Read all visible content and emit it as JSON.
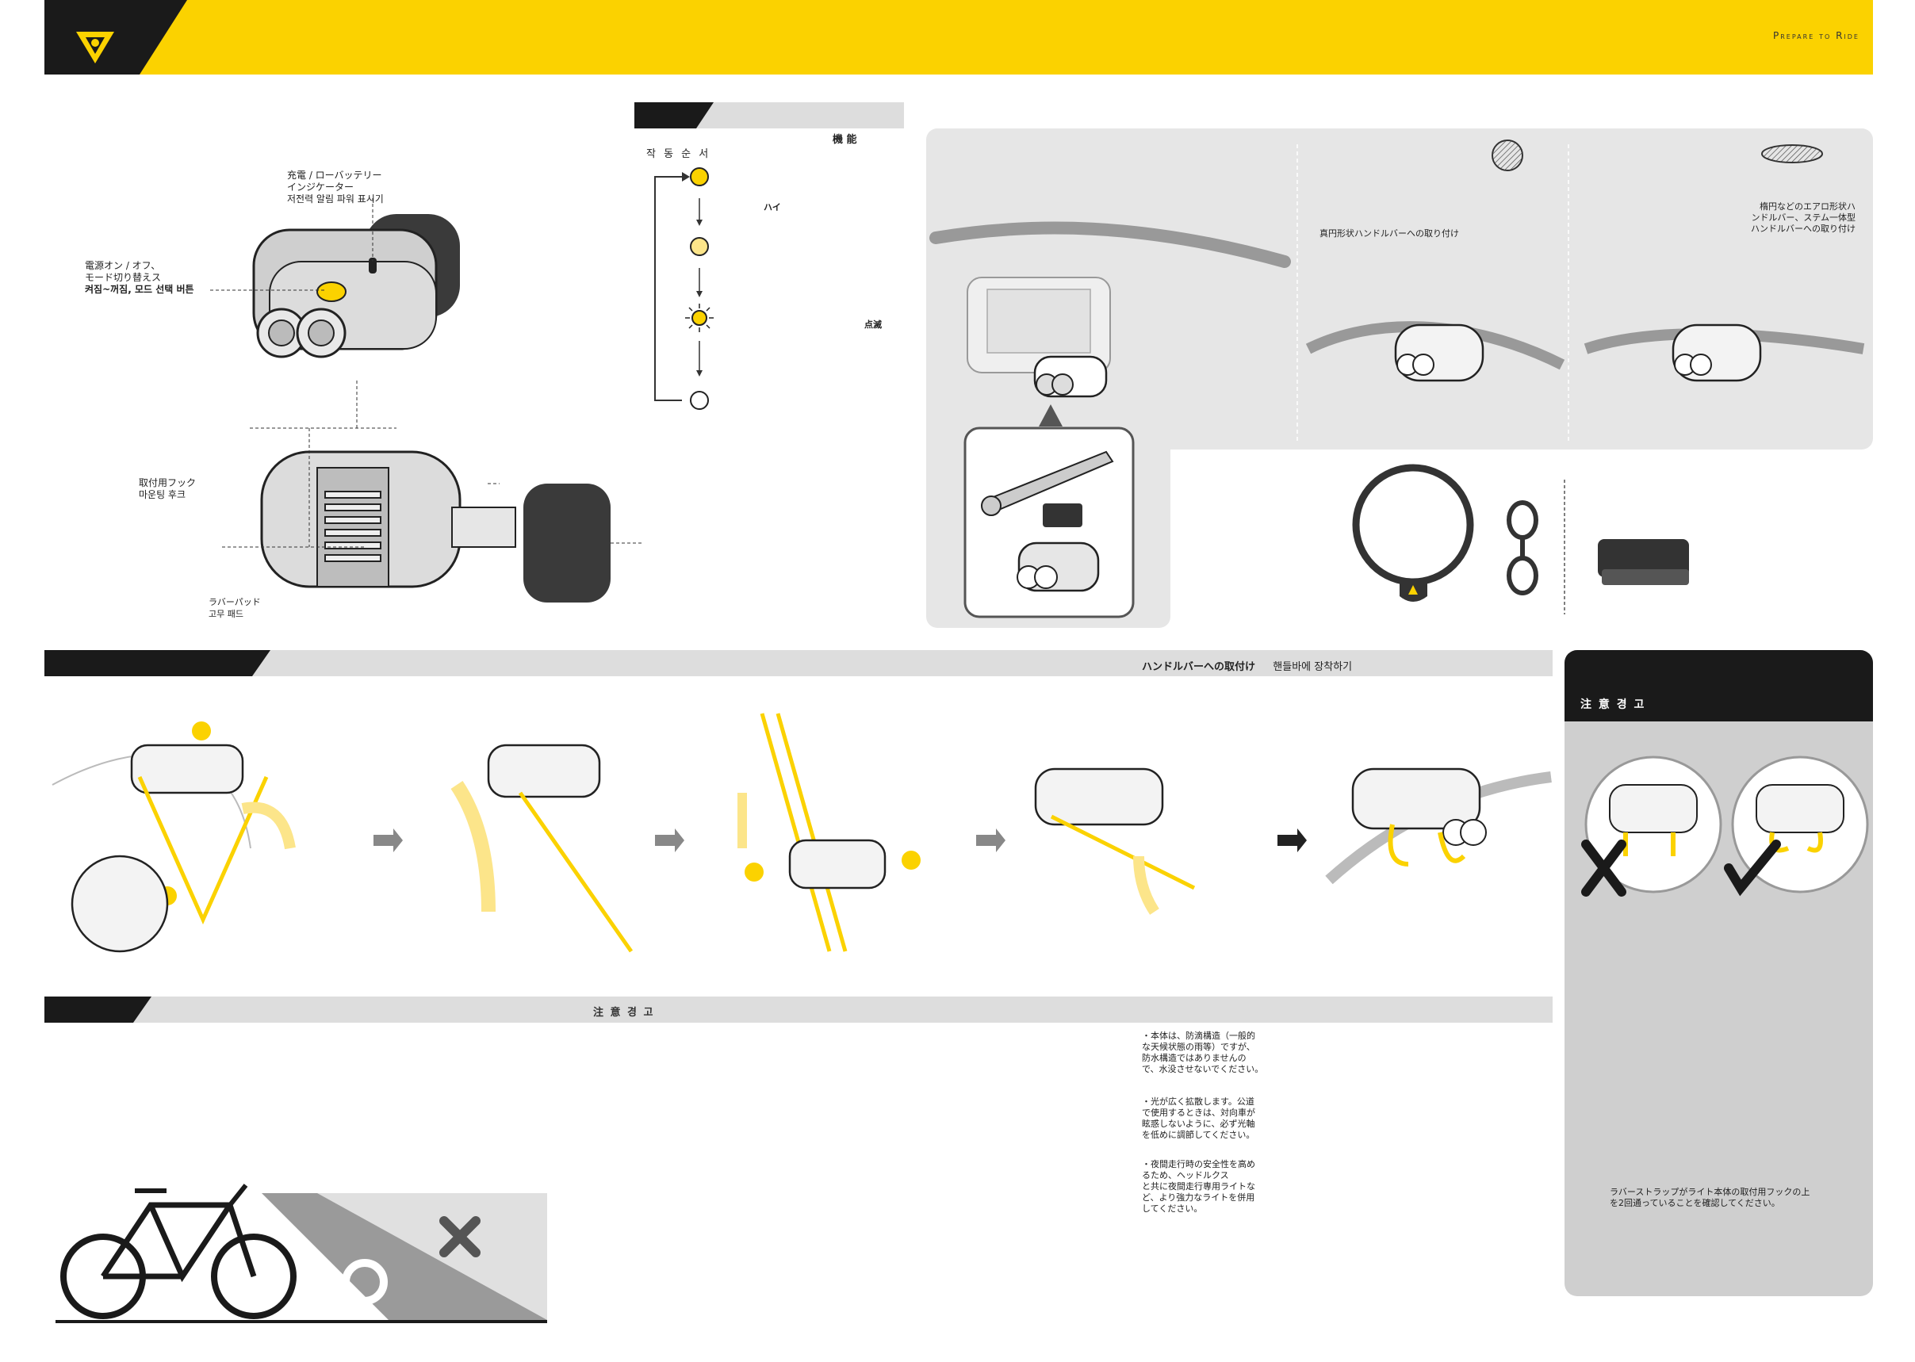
{
  "header": {
    "tagline": "Prepare to Ride",
    "brand_color": "#FBD200"
  },
  "parts": {
    "indicator_label_1": "充電 / ローバッテリー",
    "indicator_label_2": "インジケーター",
    "indicator_label_3": "저전력 알림 파워 표시기",
    "power_label_1": "電源オン / オフ、",
    "power_label_2": "モード切り替えス",
    "power_label_3": "켜짐~꺼짐, 모드 선택 버튼",
    "hook_label_1": "取付用フック",
    "hook_label_2": "마운팅 후크",
    "pad_label_1": "ラバーパッド",
    "pad_label_2": "고무 패드"
  },
  "function": {
    "title": "機 能",
    "sequence_label": "작 동 순 서",
    "mode_high": "ハイ",
    "mode_flash": "点滅"
  },
  "mounting_options": {
    "round_label": "真円形状ハンドルバーへの取り付け",
    "aero_label_1": "楕円などのエアロ形状ハ",
    "aero_label_2": "ンドルバー、ステム一体型",
    "aero_label_3": "ハンドルバーへの取り付け"
  },
  "install": {
    "title_jp": "ハンドルバーへの取付け",
    "title_kr": "핸들바에 장착하기"
  },
  "caution_side": {
    "title": "注 意  경 고",
    "note_1": "ラバーストラップがライト本体の取付用フックの上",
    "note_2": "を2回通っていることを確認してください。"
  },
  "caution_bottom": {
    "title": "注 意  경 고",
    "p1_1": "・本体は、防滴構造（一般的",
    "p1_2": "な天候状態の雨等）ですが、",
    "p1_3": "防水構造ではありませんの",
    "p1_4": "で、水没させないでください。",
    "p2_1": "・光が広く拡散します。公道",
    "p2_2": "で使用するときは、対向車が",
    "p2_3": "眩惑しないように、必ず光軸",
    "p2_4": "を低めに調節してください。",
    "p3_1": "・夜間走行時の安全性を高め",
    "p3_2": "るため、ヘッドルクス",
    "p3_3": "と共に夜間走行専用ライトな",
    "p3_4": "ど、より強力なライトを併用",
    "p3_5": "してください。"
  }
}
